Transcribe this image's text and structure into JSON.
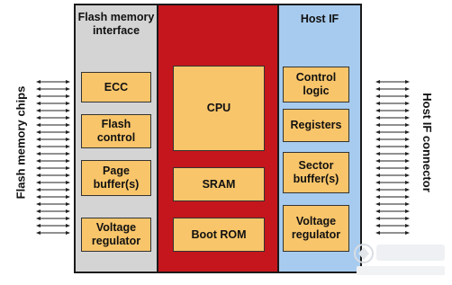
{
  "labels": {
    "left": "Flash memory chips",
    "right": "Host IF connector"
  },
  "flash_interface": {
    "title": "Flash\nmemory\ninterface",
    "blocks": [
      "ECC",
      "Flash\ncontrol",
      "Page\nbuffer(s)",
      "Voltage\nregulator"
    ]
  },
  "core": {
    "blocks": [
      "CPU",
      "SRAM",
      "Boot ROM"
    ]
  },
  "host_if": {
    "title": "Host IF",
    "blocks": [
      "Control\nlogic",
      "Registers",
      "Sector\nbuffer(s)",
      "Voltage\nregulator"
    ]
  },
  "colors": {
    "block_fill": "#f9c56a",
    "flash_panel": "#d4d4d4",
    "core_panel": "#c4161c",
    "host_panel": "#a7cbee"
  }
}
